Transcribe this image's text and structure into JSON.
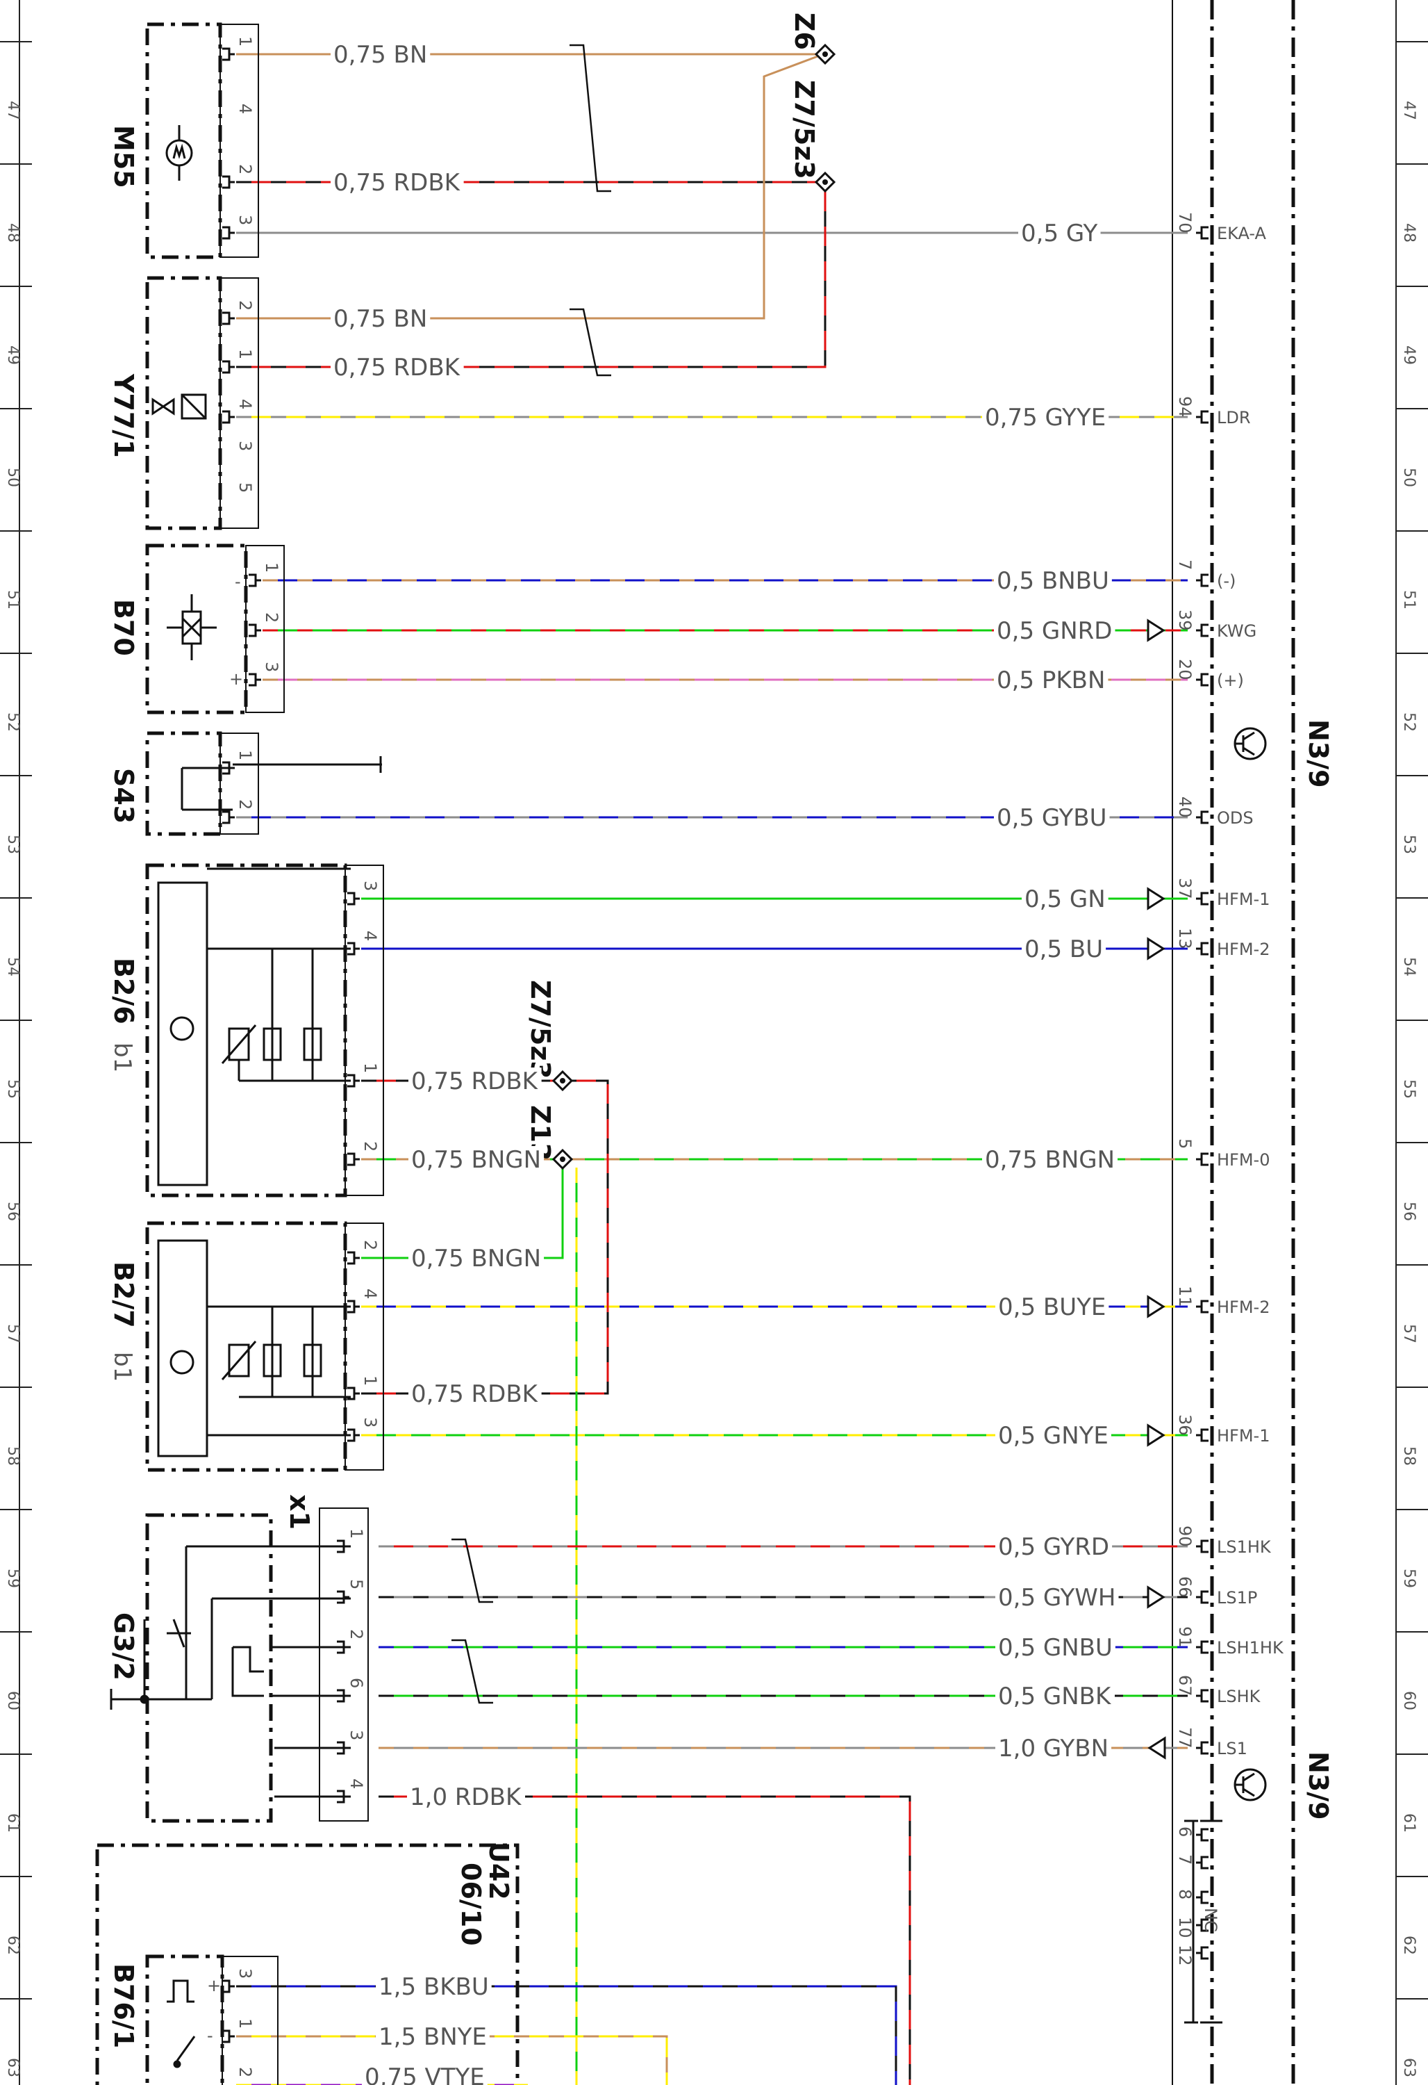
{
  "grid": {
    "numbers": [
      "47",
      "48",
      "49",
      "50",
      "51",
      "52",
      "53",
      "54",
      "55",
      "56",
      "57",
      "58",
      "59",
      "60",
      "61",
      "62",
      "63"
    ]
  },
  "components": {
    "m55": "M55",
    "y77": "Y77/1",
    "b70": "B70",
    "s43": "S43",
    "b26": "B2/6",
    "b26_sub": "b1",
    "b27": "B2/7",
    "b27_sub": "b1",
    "g32": "G3/2",
    "x1": "x1",
    "u42": "U42",
    "u42_ref": "06/10",
    "b76": "B76/1",
    "n39_top": "N3/9",
    "n39_bottom": "N3/9"
  },
  "splices": {
    "z6": "Z6",
    "z7_top": "Z7/5z3",
    "z7_mid": "Z7/5z3",
    "z13": "Z13"
  },
  "wires": {
    "w1": "0,75  BN",
    "w2": "0,75  RDBK",
    "w3": "0,5  GY",
    "w4": "0,75  BN",
    "w5": "0,75  RDBK",
    "w6": "0,75  GYYE",
    "w7": "0,5  BNBU",
    "w8": "0,5  GNRD",
    "w9": "0,5  PKBN",
    "w10": "0,5  GYBU",
    "w11": "0,5  GN",
    "w12": "0,5  BU",
    "w13": "0,75  RDBK",
    "w14": "0,75  BNGN",
    "w15": "0,75  BNGN",
    "w16": "0,75  BNGN",
    "w17": "0,5  BUYE",
    "w18": "0,75  RDBK",
    "w19": "0,5  GNYE",
    "w20": "0,5  GYRD",
    "w21": "0,5  GYWH",
    "w22": "0,5  GNBU",
    "w23": "0,5  GNBK",
    "w24": "1,0  GYBN",
    "w25": "1,0  RDBK",
    "w26": "1,5  BKBU",
    "w27": "1,5  BNYE",
    "w28": "0,75  VTYE"
  },
  "pins_right": {
    "p70": "70",
    "p94": "94",
    "p7": "7",
    "p39": "39",
    "p20": "20",
    "p40": "40",
    "p37": "37",
    "p13": "13",
    "p5": "5",
    "p11": "11",
    "p36": "36",
    "p90": "90",
    "p66": "66",
    "p91": "91",
    "p67": "67",
    "p77": "77",
    "nc_pins": [
      "6",
      "7",
      "8",
      "10",
      "12"
    ]
  },
  "signals": {
    "eka": "EKA-A",
    "ldr": "LDR",
    "minus": "(-)",
    "kwg": "KWG",
    "plus": "(+)",
    "ods": "ODS",
    "hfm1": "HFM-1",
    "hfm2": "HFM-2",
    "hfm0": "HFM-0",
    "hfm2b": "HFM-2",
    "hfm1b": "HFM-1",
    "ls1hk": "LS1HK",
    "ls1p": "LS1P",
    "lsh1hk": "LSH1HK",
    "lshk": "LSHK",
    "ls1": "LS1",
    "nc": "NC"
  },
  "pins_left": {
    "m55": [
      "1",
      "4",
      "2",
      "3"
    ],
    "y77": [
      "2",
      "1",
      "4",
      "3",
      "5"
    ],
    "b70": [
      "1",
      "2",
      "3"
    ],
    "b70_sign": [
      "-",
      "+"
    ],
    "s43": [
      "1",
      "2"
    ],
    "b26": [
      "3",
      "4",
      "1",
      "2"
    ],
    "b27": [
      "2",
      "4",
      "1",
      "3"
    ],
    "x1": [
      "1",
      "5",
      "2",
      "6",
      "3",
      "4"
    ],
    "b76": [
      "3",
      "1",
      "2"
    ],
    "b76_sign": [
      "+",
      "-"
    ]
  },
  "colors": {
    "BN": "#c8905a",
    "RD": "#e01010",
    "BK": "#111111",
    "GY": "#8c8c8c",
    "YE": "#ffee00",
    "BU": "#1010c8",
    "GN": "#10d010",
    "PK": "#e070c0",
    "WH": "#dddddd",
    "VT": "#9010c0"
  }
}
